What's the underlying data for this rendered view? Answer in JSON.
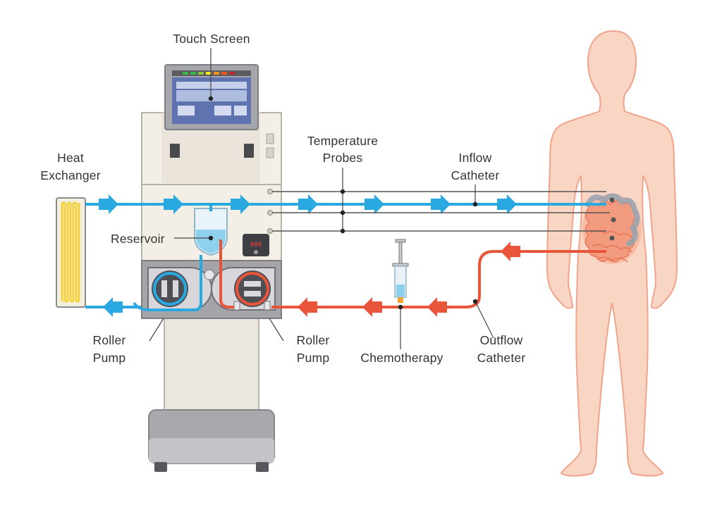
{
  "labels": {
    "touch_screen": "Touch Screen",
    "heat_exchanger_line1": "Heat",
    "heat_exchanger_line2": "Exchanger",
    "temperature_probes_line1": "Temperature",
    "temperature_probes_line2": "Probes",
    "inflow_catheter_line1": "Inflow",
    "inflow_catheter_line2": "Catheter",
    "reservoir": "Reservoir",
    "roller_pump_left_line1": "Roller",
    "roller_pump_left_line2": "Pump",
    "roller_pump_right_line1": "Roller",
    "roller_pump_right_line2": "Pump",
    "chemotherapy": "Chemotherapy",
    "outflow_catheter_line1": "Outflow",
    "outflow_catheter_line2": "Catheter"
  },
  "display_readout": "000",
  "colors": {
    "inflow": "#29a9e0",
    "outflow": "#e9553a",
    "heat_exchanger": "#f4d23e",
    "machine_body": "#f4efe6",
    "body_skin": "#f9d5c4",
    "body_outline": "#f0a48c",
    "probe_wire": "#555555"
  }
}
